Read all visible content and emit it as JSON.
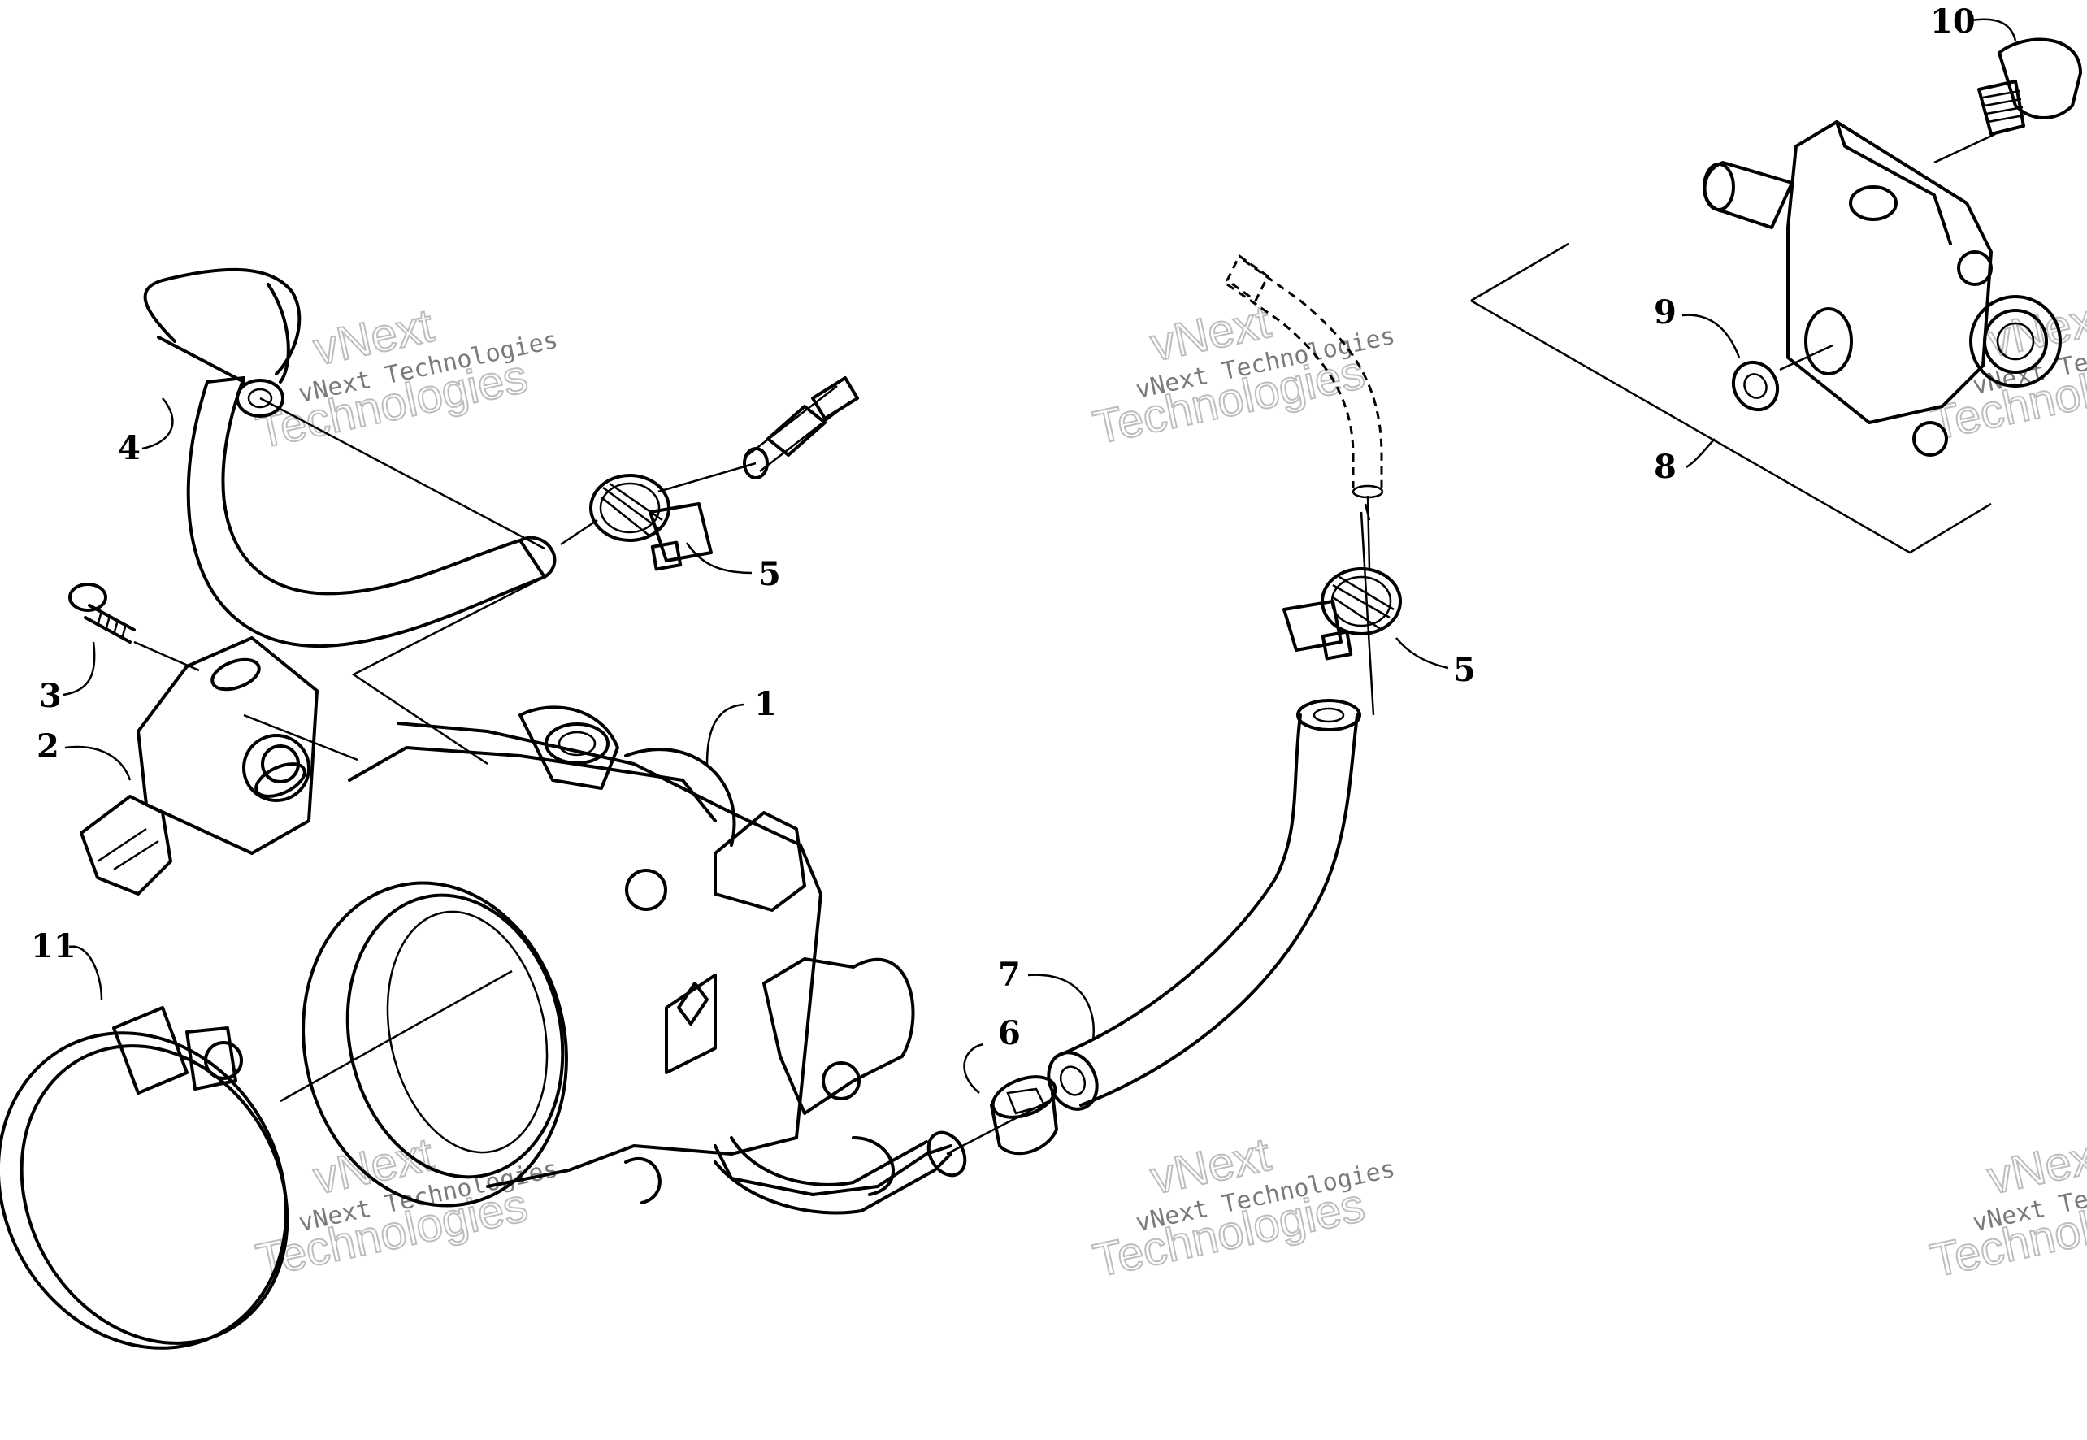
{
  "callouts": {
    "c1": "1",
    "c2": "2",
    "c3": "3",
    "c4": "4",
    "c5a": "5",
    "c5b": "5",
    "c6": "6",
    "c7": "7",
    "c8": "8",
    "c9": "9",
    "c10": "10",
    "c11": "11"
  },
  "watermarks": {
    "w1": {
      "brand": "vNext",
      "company": "vNext Technologies",
      "word": "Technologies"
    },
    "w2": {
      "brand": "vNext",
      "company": "vNext Technologies",
      "word": "Technologies"
    },
    "w3": {
      "brand": "vNext",
      "company": "vNext Technologies",
      "word": "Technologies"
    },
    "w4": {
      "brand": "vNext",
      "company": "vNext Technologies",
      "word": "Technologies"
    },
    "w5": {
      "brand": "vNext",
      "company": "vNext Te",
      "word": "Technol"
    },
    "w6": {
      "brand": "vNext",
      "company": "vNext Te",
      "word": "Technol"
    }
  }
}
